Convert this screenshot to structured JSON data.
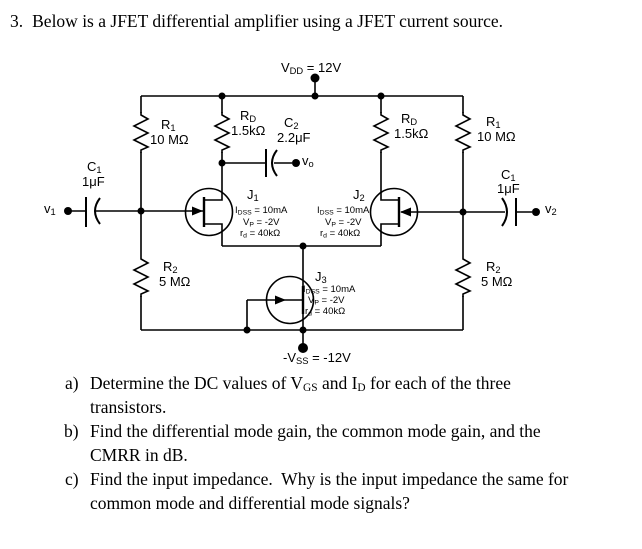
{
  "problem": {
    "number": "3.",
    "title": "Below is a JFET differential amplifier using a JFET current source.",
    "questions": [
      {
        "label": "a)",
        "line1": [
          {
            "t": "Determine the DC values of V"
          },
          {
            "t": "GS",
            "sub": true
          },
          {
            "t": " and I"
          },
          {
            "t": "D",
            "sub": true
          },
          {
            "t": " for each of the three"
          }
        ],
        "line2": [
          {
            "t": "transistors."
          }
        ]
      },
      {
        "label": "b)",
        "line1": [
          {
            "t": "Find the differential mode gain, the common mode gain, and the"
          }
        ],
        "line2": [
          {
            "t": "CMRR in dB."
          }
        ]
      },
      {
        "label": "c)",
        "line1": [
          {
            "t": "Find the input impedance.  Why is the input impedance the same for"
          }
        ],
        "line2": [
          {
            "t": "common mode and differential mode signals?"
          }
        ]
      }
    ]
  },
  "circuit": {
    "supply": {
      "vdd": [
        {
          "t": "V"
        },
        {
          "t": "DD",
          "sub": true
        },
        {
          "t": " = 12V"
        }
      ],
      "vss": [
        {
          "t": "-V"
        },
        {
          "t": "SS",
          "sub": true
        },
        {
          "t": " = -12V"
        }
      ]
    },
    "resistors": {
      "r1_left": {
        "name": [
          {
            "t": "R"
          },
          {
            "t": "1",
            "sub": true
          }
        ],
        "value": "10 MΩ"
      },
      "rd_left": {
        "name": [
          {
            "t": "R"
          },
          {
            "t": "D",
            "sub": true
          }
        ],
        "value": "1.5kΩ"
      },
      "rd_right": {
        "name": [
          {
            "t": "R"
          },
          {
            "t": "D",
            "sub": true
          }
        ],
        "value": "1.5kΩ"
      },
      "r1_right": {
        "name": [
          {
            "t": "R"
          },
          {
            "t": "1",
            "sub": true
          }
        ],
        "value": "10 MΩ"
      },
      "r2_left": {
        "name": [
          {
            "t": "R"
          },
          {
            "t": "2",
            "sub": true
          }
        ],
        "value": "5 MΩ"
      },
      "r2_right": {
        "name": [
          {
            "t": "R"
          },
          {
            "t": "2",
            "sub": true
          }
        ],
        "value": "5 MΩ"
      }
    },
    "capacitors": {
      "c1_left": {
        "name": [
          {
            "t": "C"
          },
          {
            "t": "1",
            "sub": true
          }
        ],
        "value": "1μF"
      },
      "c2": {
        "name": [
          {
            "t": "C"
          },
          {
            "t": "2",
            "sub": true
          }
        ],
        "value": "2.2μF"
      },
      "c1_right": {
        "name": [
          {
            "t": "C"
          },
          {
            "t": "1",
            "sub": true
          }
        ],
        "value": "1μF"
      }
    },
    "terminals": {
      "v1": [
        {
          "t": "v"
        },
        {
          "t": "1",
          "sub": true
        }
      ],
      "v2": [
        {
          "t": "v"
        },
        {
          "t": "2",
          "sub": true
        }
      ],
      "vo": [
        {
          "t": "v"
        },
        {
          "t": "o",
          "sub": true
        }
      ]
    },
    "transistors": {
      "j1": {
        "name": [
          {
            "t": "J"
          },
          {
            "t": "1",
            "sub": true
          }
        ],
        "idss": [
          {
            "t": "I"
          },
          {
            "t": "DSS",
            "sub": true
          },
          {
            "t": " = 10mA"
          }
        ],
        "vp": [
          {
            "t": "V"
          },
          {
            "t": "P",
            "sub": true
          },
          {
            "t": " = -2V"
          }
        ],
        "rd": [
          {
            "t": "r"
          },
          {
            "t": "d",
            "sub": true
          },
          {
            "t": " = 40kΩ"
          }
        ]
      },
      "j2": {
        "name": [
          {
            "t": "J"
          },
          {
            "t": "2",
            "sub": true
          }
        ],
        "idss": [
          {
            "t": "I"
          },
          {
            "t": "DSS",
            "sub": true
          },
          {
            "t": " = 10mA"
          }
        ],
        "vp": [
          {
            "t": "V"
          },
          {
            "t": "P",
            "sub": true
          },
          {
            "t": " = -2V"
          }
        ],
        "rd": [
          {
            "t": "r"
          },
          {
            "t": "d",
            "sub": true
          },
          {
            "t": " = 40kΩ"
          }
        ]
      },
      "j3": {
        "name": [
          {
            "t": "J"
          },
          {
            "t": "3",
            "sub": true
          }
        ],
        "idss": [
          {
            "t": "I"
          },
          {
            "t": "DSS",
            "sub": true
          },
          {
            "t": " = 10mA"
          }
        ],
        "vp": [
          {
            "t": "V"
          },
          {
            "t": "P",
            "sub": true
          },
          {
            "t": " = -2V"
          }
        ],
        "rd": [
          {
            "t": "r"
          },
          {
            "t": "d",
            "sub": true
          },
          {
            "t": " = 40kΩ"
          }
        ]
      }
    }
  }
}
